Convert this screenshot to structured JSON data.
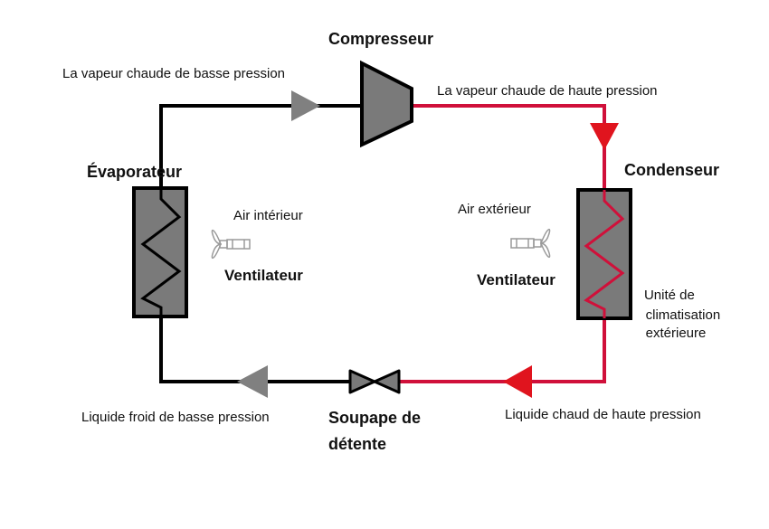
{
  "labels": {
    "compressor": "Compresseur",
    "low_pressure_vapor": "La vapeur chaude de basse pression",
    "high_pressure_vapor": "La vapeur chaude de haute pression",
    "evaporator": "Évaporateur",
    "condenser": "Condenseur",
    "indoor_air": "Air intérieur",
    "outdoor_air": "Air extérieur",
    "fan_left": "Ventilateur",
    "fan_right": "Ventilateur",
    "outdoor_unit": [
      "Unité de",
      "climatisation",
      "extérieure"
    ],
    "cold_liquid": "Liquide froid de basse pression",
    "hot_liquid": "Liquide chaud de haute pression",
    "expansion_valve": [
      "Soupape de",
      "détente"
    ]
  },
  "colors": {
    "low_side": "#000000",
    "high_side": "#d0103a",
    "component_fill": "#7a7a7a",
    "arrow_low": "#808080",
    "arrow_high": "#e0141e",
    "fan": "#9a9a9a"
  }
}
